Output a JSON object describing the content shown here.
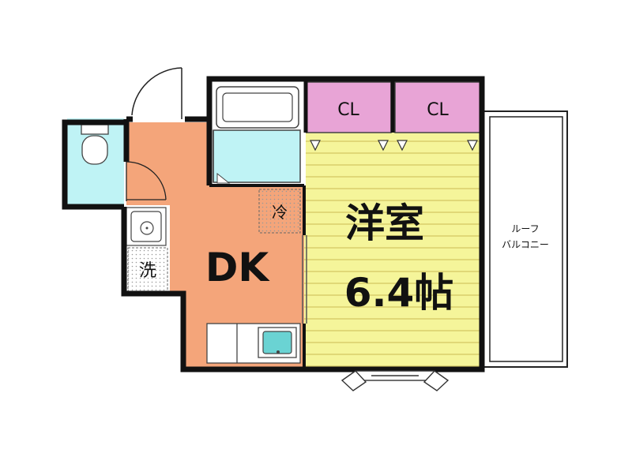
{
  "rooms": {
    "living": {
      "label": "DK"
    },
    "western": {
      "label_type": "洋室",
      "label_size": "6.4帖"
    },
    "closet_left": {
      "label": "CL"
    },
    "closet_right": {
      "label": "CL"
    },
    "fridge": {
      "label": "冷"
    },
    "washer": {
      "label": "洗"
    },
    "balcony": {
      "label_line1": "ルーフ",
      "label_line2": "バルコニー"
    }
  },
  "colors": {
    "wall": "#111111",
    "dk_floor": "#f4a57a",
    "western_floor": "#f5f59a",
    "western_stripe": "#e0d86a",
    "closet": "#e8a4d6",
    "water": "#bff3f5",
    "sink": "#6ad3d3",
    "fixture_line": "#444444"
  }
}
